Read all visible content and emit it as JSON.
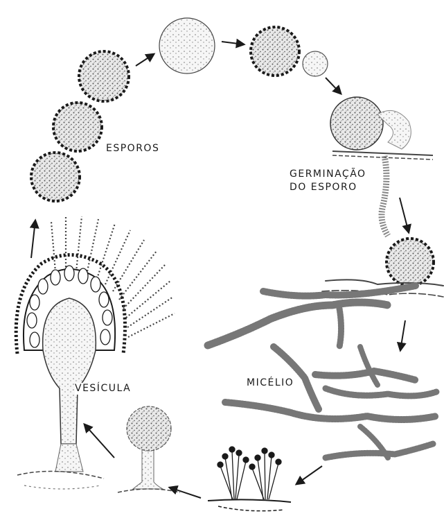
{
  "labels": {
    "esporos": "ESPOROS",
    "germinacao_line1": "GERMINAÇÃO",
    "germinacao_line2": "DO ESPORO",
    "micelio": "MICÉLIO",
    "vesicula": "VESÍCULA"
  },
  "colors": {
    "ink": "#1a1a1a",
    "stipple": "#555555",
    "paper": "#ffffff"
  }
}
